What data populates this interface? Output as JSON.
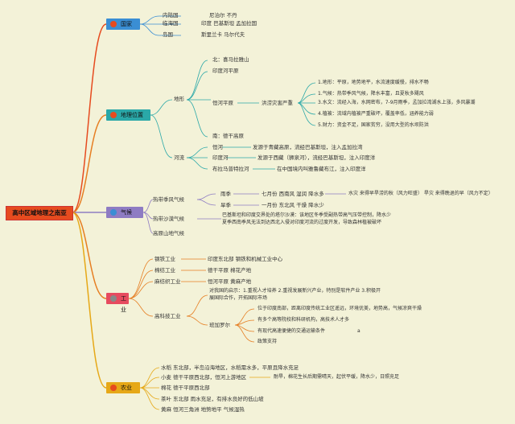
{
  "title": "高中区域地理之南亚",
  "branches": {
    "country": {
      "label": "国家"
    },
    "terrain": {
      "label": "地理位置"
    },
    "climate": {
      "label": "气候"
    },
    "industry": {
      "label": "工业"
    },
    "agri": {
      "label": "农业"
    }
  },
  "country": {
    "inland": "内陆国",
    "inland_v": "尼泊尔 不丹",
    "coastal": "临海国",
    "coastal_v": "印度 巴基斯坦 孟加拉国",
    "island": "岛国",
    "island_v": "斯里兰卡 马尔代夫"
  },
  "terrain": {
    "landform": "地形",
    "north": "北：喜马拉雅山",
    "plain": "印度河平原",
    "ganges_plain": "恒河平原",
    "flood": "洪涝灾害严重",
    "f1": "1.地形：平原，地势地平，水流速度缓慢，排水不畅",
    "f2": "1.气候：热带季风气候，降水丰富，且夏秋多飓风",
    "f3": "3.水文：流经入海，水网密布，7-9月雨季，孟加拉湾湖水上涨，多风暴潮",
    "f4": "4.植被：流域内植被严重破坏，覆盖率低，涵养能力弱",
    "f5": "5.财力：资金不足，国家贫穷，没用大型的水坝防洪",
    "south": "南：德干高原",
    "rivers": "河流",
    "ganges": "恒河",
    "ganges_v": "发源于青藏高原，流经巴基斯坦，注入孟加拉湾",
    "indus": "印度河",
    "indus_v": "发源于西藏（狮泉河），流经巴基斯坦，注入印度洋",
    "brahma": "布拉马普特拉河",
    "brahma_v": "在中国境内叫雅鲁藏布江，注入印度洋"
  },
  "climate": {
    "monsoon": "热带季风气候",
    "rainy": "雨季",
    "rainy_v": "七月份 西南风 湿润 降水多",
    "rainy_n": "水灾 来得早旱涝的秋（风力旺盛） 旱灾 来得晚退的早（风力不定）",
    "dry": "旱季",
    "dry_v": "一月份 东北风 干燥 降水少",
    "desert": "热带沙漠气候",
    "desert_v1": "巴基斯坦和印度交界处的塔尔沙漠：该地区冬季受副热带高气压带控制，降水少",
    "desert_v2": "夏季西南季风无法到达西北入侵对印度河流的过度开发，导致森林植被破坏",
    "plateau": "高原山地气候"
  },
  "industry": {
    "steel": "钢铁工业",
    "steel_v": "印度东北部 钢铁和机械工业中心",
    "cotton": "棉纺工业",
    "cotton_v": "德干平原 棉花产地",
    "jute": "麻纺织工业",
    "jute_v": "恒河平原 黄麻产地",
    "hitech": "高科技工业",
    "hitech_v1": "对我国的启示：1.重视人才培养 2.重视发展新兴产业，特别是软件产业 3.积极开",
    "hitech_v2": "展国际合作，开拓国际市场",
    "bangalore": "班加罗尔",
    "b1": "位于印度南部，距离印度传统工业区遥远，环境优美，地势高，气候凉爽干燥",
    "b2": "有多个高等院校和科研机构，高技术人才多",
    "b3": "有现代高速便捷的交通运输条件",
    "b3n": "a",
    "b4": "政策支持"
  },
  "agri": {
    "rice": "水稻 东北部，半岛沿海地区，水稻需水多，平原且降水充足",
    "wheat": "小麦 德干平原西北部，恒河上游地区",
    "wheat_v": "耐旱，棉花生长后期需晴天，起伏平缓，降水少，日照充足",
    "cottonc": "棉花 德干平原西北部",
    "tea": "茶叶 东北部 雨水充足，有排水良好的低山坡",
    "jutec": "黄麻 恒河三角洲 地势地平 气候湿热"
  }
}
